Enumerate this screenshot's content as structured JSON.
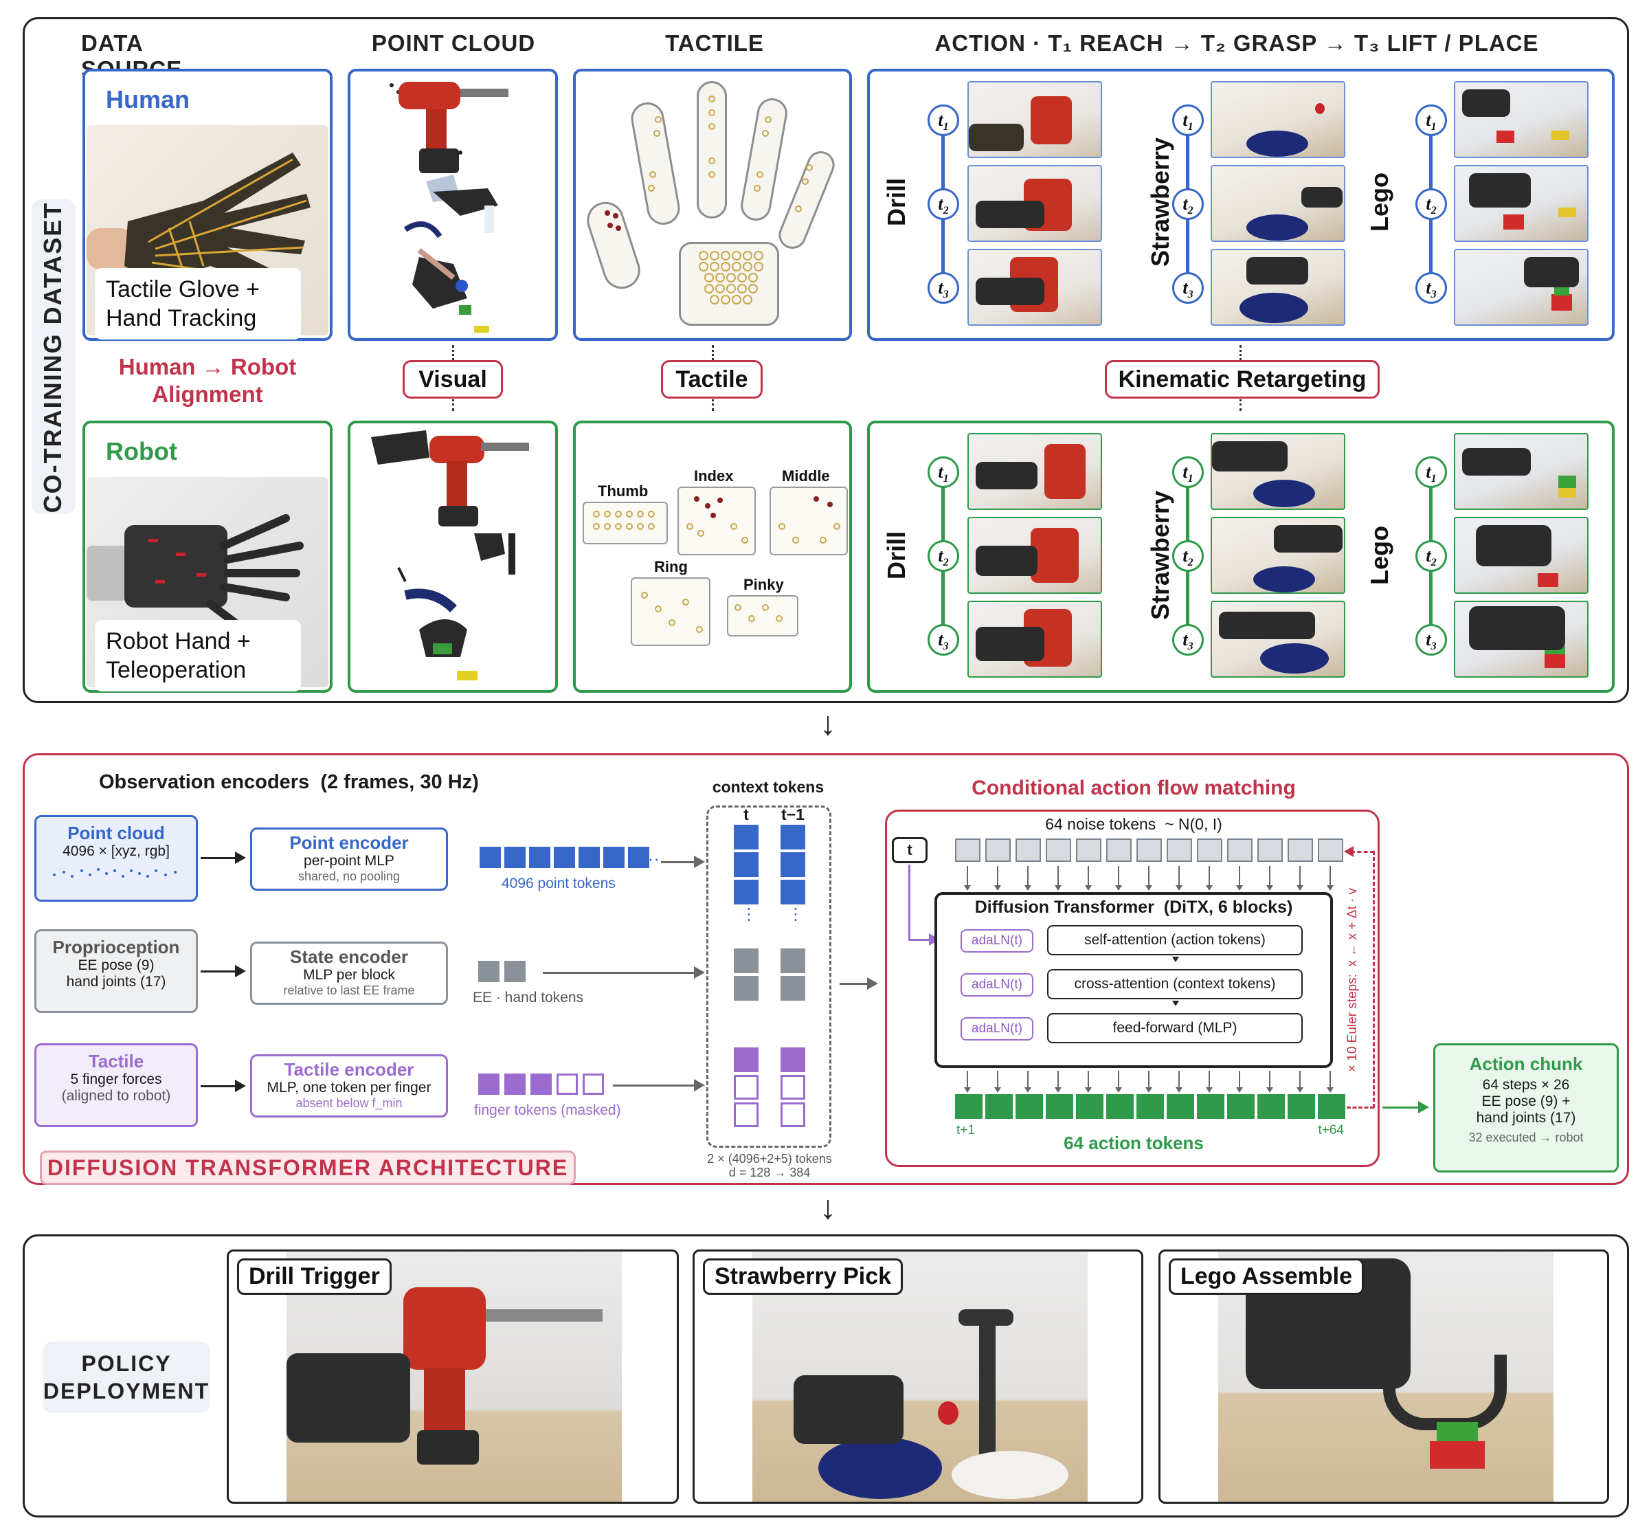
{
  "dataset": {
    "side_label": "CO-TRAINING DATASET",
    "headers": {
      "data_source": "DATA SOURCE",
      "point_cloud": "POINT CLOUD",
      "tactile": "TACTILE",
      "action": "ACTION · T₁ REACH → T₂ GRASP → T₃ LIFT / PLACE"
    },
    "human": {
      "title": "Human",
      "caption_line1": "Tactile Glove +",
      "caption_line2": "Hand Tracking"
    },
    "alignment": {
      "line1": "Human → Robot",
      "line2": "Alignment"
    },
    "pills": {
      "visual": "Visual",
      "tactile": "Tactile",
      "kinematic": "Kinematic Retargeting"
    },
    "robot": {
      "title": "Robot",
      "caption_line1": "Robot Hand +",
      "caption_line2": "Teleoperation"
    },
    "tasks": [
      "Drill",
      "Strawberry",
      "Lego"
    ],
    "timesteps": [
      "t",
      "t",
      "t"
    ],
    "timestep_subs": [
      "1",
      "2",
      "3"
    ],
    "tactile_fingers": {
      "thumb": "Thumb",
      "index": "Index",
      "middle": "Middle",
      "ring": "Ring",
      "pinky": "Pinky"
    }
  },
  "architecture": {
    "side_label": "DIFFUSION TRANSFORMER ARCHITECTURE",
    "obs_title": "Observation encoders  (2 frames, 30 Hz)",
    "inputs": {
      "point_cloud": {
        "title": "Point cloud",
        "line1": "4096 × [xyz, rgb]"
      },
      "proprio": {
        "title": "Proprioception",
        "line1": "EE pose (9)",
        "line2": "hand joints (17)"
      },
      "tactile": {
        "title": "Tactile",
        "line1": "5 finger forces",
        "line2": "(aligned to robot)"
      }
    },
    "encoders": {
      "point": {
        "title": "Point encoder",
        "line1": "per-point MLP",
        "line2": "shared, no pooling"
      },
      "state": {
        "title": "State encoder",
        "line1": "MLP per block",
        "line2": "relative to last EE frame"
      },
      "tactile": {
        "title": "Tactile encoder",
        "line1": "MLP, one token per finger",
        "line2": "absent below f_min"
      }
    },
    "token_labels": {
      "point": "4096 point tokens",
      "state": "EE · hand tokens",
      "finger": "finger tokens (masked)",
      "ellipsis": "···"
    },
    "context": {
      "title": "context tokens",
      "col_t": "t",
      "col_t1": "t−1",
      "foot1": "2 × (4096+2+5) tokens",
      "foot2": "d = 128 → 384",
      "vdots": "⋮"
    },
    "flow": {
      "title": "Conditional action flow matching",
      "noise_label": "64 noise tokens  ~ N(0, I)",
      "t_label": "t",
      "dit_title": "Diffusion Transformer  (DiTX, 6 blocks)",
      "adaln": "adaLN(t)",
      "blocks": [
        "self-attention (action tokens)",
        "cross-attention (context tokens)",
        "feed-forward (MLP)"
      ],
      "euler": "× 10 Euler steps:  x ← x + Δt · v",
      "action_tokens": "64 action tokens",
      "t_start": "t+1",
      "t_end": "t+64"
    },
    "action_chunk": {
      "title": "Action chunk",
      "line1": "64 steps × 26",
      "line2": "EE pose (9) +",
      "line3": "hand joints (17)",
      "line4": "32 executed → robot"
    },
    "arrow_down": "↓"
  },
  "deployment": {
    "label_line1": "POLICY",
    "label_line2": "DEPLOYMENT",
    "tasks": [
      "Drill Trigger",
      "Strawberry Pick",
      "Lego Assemble"
    ]
  },
  "colors": {
    "blue": "#3767c9",
    "green": "#2f9a4a",
    "red": "#c0334b",
    "purple": "#9b6bcf",
    "gray": "#8a9199"
  }
}
